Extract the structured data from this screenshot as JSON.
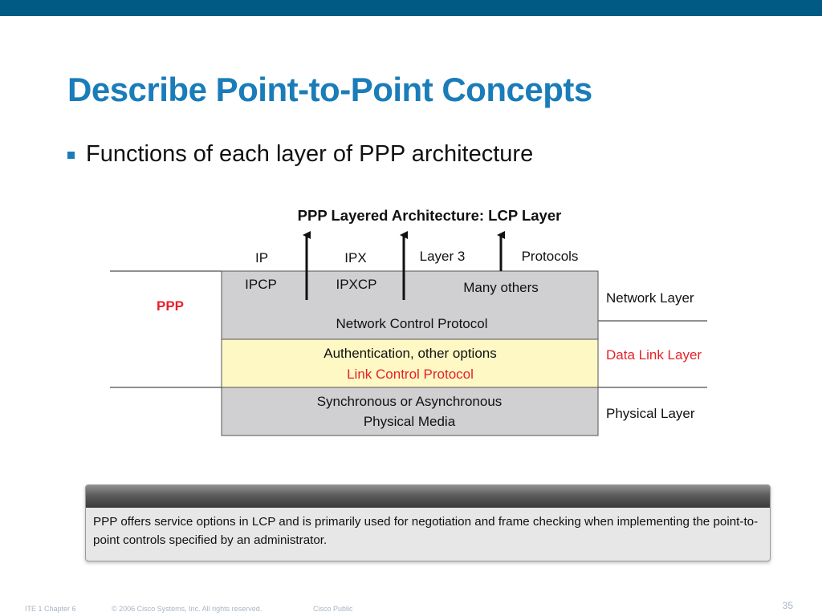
{
  "slide": {
    "title": "Describe Point-to-Point Concepts",
    "bullet": "Functions of each layer of PPP architecture",
    "page_number": "35"
  },
  "diagram": {
    "title": "PPP Layered Architecture: LCP Layer",
    "protocols_row": [
      "IP",
      "IPX",
      "Layer 3",
      "Protocols"
    ],
    "ppp_label": "PPP",
    "network_box": {
      "items": [
        "IPCP",
        "IPXCP",
        "Many others"
      ],
      "label": "Network Control Protocol"
    },
    "datalink_box": {
      "line1": "Authentication, other options",
      "line2": "Link Control Protocol"
    },
    "physical_box": {
      "line1": "Synchronous or Asynchronous",
      "line2": "Physical Media"
    },
    "layer_labels": {
      "network": "Network Layer",
      "datalink": "Data Link Layer",
      "physical": "Physical Layer"
    },
    "colors": {
      "network_fill": "#d0d0d2",
      "datalink_fill": "#fdf8c4",
      "physical_fill": "#d0d0d2",
      "accent_red": "#e8202a"
    }
  },
  "caption": {
    "text": "PPP offers service options in LCP and is primarily used for negotiation and frame checking when implementing the point-to-point controls specified by an administrator."
  },
  "footer": {
    "chapter": "ITE 1 Chapter 6",
    "copyright": "© 2006 Cisco Systems, Inc. All rights reserved.",
    "classification": "Cisco Public"
  }
}
